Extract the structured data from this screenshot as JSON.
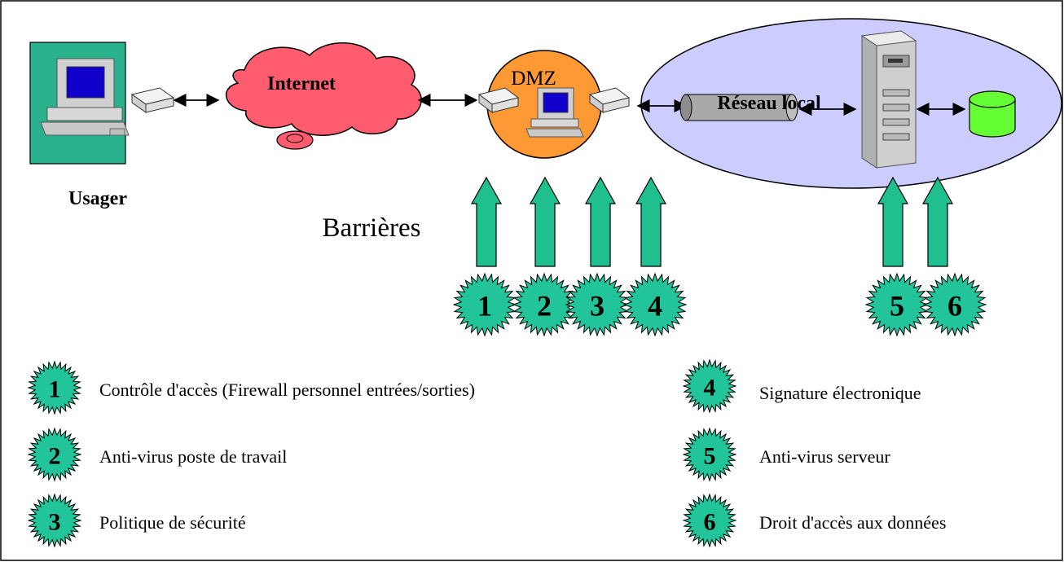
{
  "title": "",
  "nodes": {
    "usager": "Usager",
    "internet": "Internet",
    "dmz": "DMZ",
    "reseau_local": "Réseau local"
  },
  "barrieres_label": "Barrières",
  "badges_row": [
    "1",
    "2",
    "3",
    "4",
    "5",
    "6"
  ],
  "legend": [
    {
      "num": "1",
      "text": "Contrôle d'accès (Firewall personnel entrées/sorties)"
    },
    {
      "num": "2",
      "text": "Anti-virus poste de travail"
    },
    {
      "num": "3",
      "text": "Politique de sécurité"
    },
    {
      "num": "4",
      "text": "Signature électronique"
    },
    {
      "num": "5",
      "text": "Anti-virus serveur"
    },
    {
      "num": "6",
      "text": "Droit d'accès aux données"
    }
  ],
  "colors": {
    "usager_bg": "#2ab28c",
    "internet_cloud": "#ff5c70",
    "dmz_fill": "#ff9933",
    "lan_ellipse": "#ccccff",
    "arrow_fill": "#1fbf8f",
    "badge_fill": "#22c49a",
    "database": "#66ff33"
  }
}
